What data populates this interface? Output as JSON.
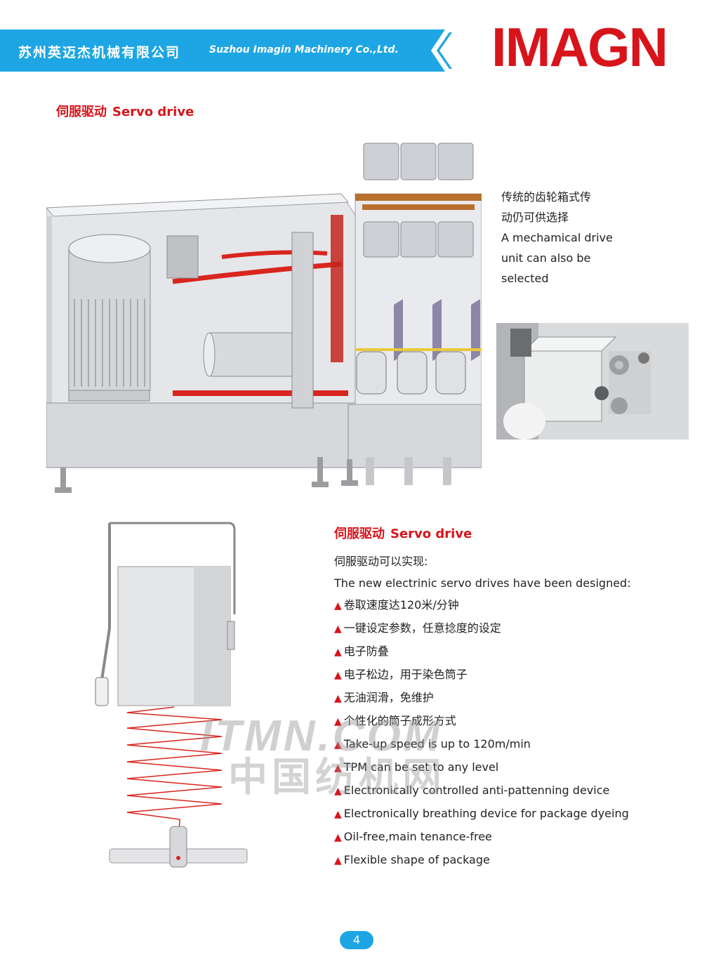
{
  "header": {
    "company_cn": "苏州英迈杰机械有限公司",
    "company_en": "Suzhou Imagin Machinery Co.,Ltd.",
    "logo_text": "IMAGN",
    "band_color": "#1da6e3",
    "logo_color": "#d8141b"
  },
  "section1": {
    "title_cn": "伺服驱动",
    "title_en": "Servo drive"
  },
  "side_note": {
    "line1": "传统的齿轮箱式传",
    "line2": "动仍可供选择",
    "line3": "A mechamical drive",
    "line4": "unit can also be",
    "line5": "selected"
  },
  "section2": {
    "title_cn": "伺服驱动",
    "title_en": "Servo drive",
    "intro_cn": "伺服驱动可以实现:",
    "intro_en": "The new electrinic servo drives have been designed:",
    "bullet": "▲",
    "items": [
      "卷取速度达120米/分钟",
      "一键设定参数，任意捻度的设定",
      "电子防叠",
      "电子松边，用于染色筒子",
      "无油润滑，免维护",
      "个性化的筒子成形方式",
      "Take-up speed is up to 120m/min",
      "TPM can be set to any level",
      "Electronically controlled anti-pattenning device",
      "Electronically breathing device for package dyeing",
      "Oil-free,main tenance-free",
      "Flexible shape of package"
    ]
  },
  "watermark": {
    "line1": "ITMN.COM",
    "line2": "中国纺机网"
  },
  "page": {
    "number": "4"
  }
}
